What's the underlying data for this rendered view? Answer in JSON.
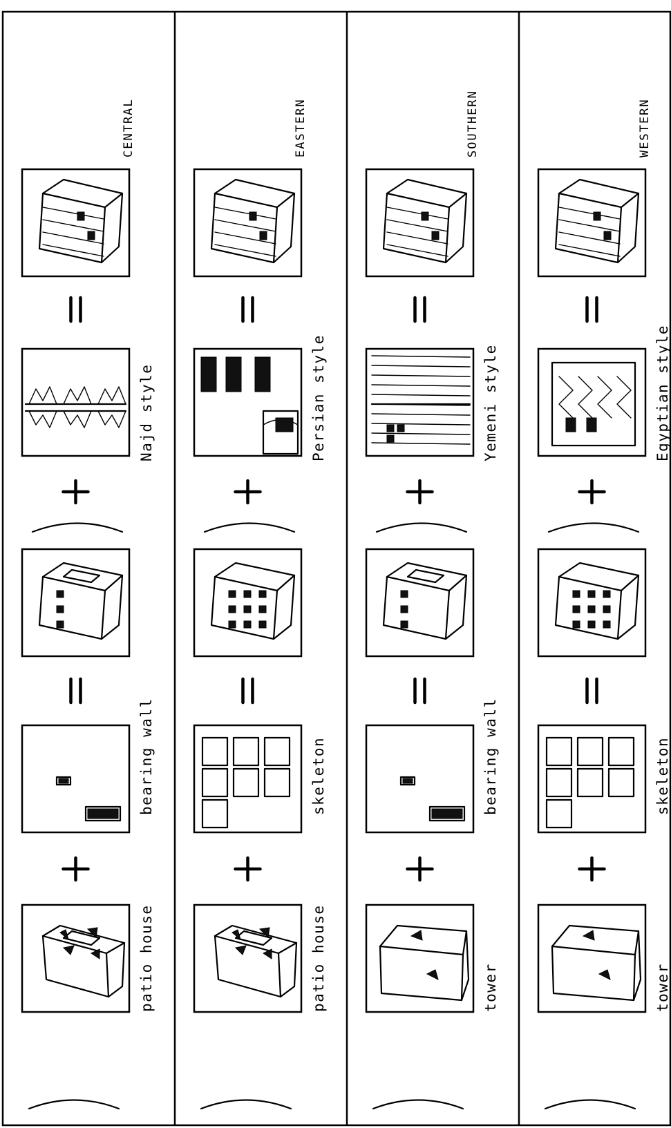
{
  "rows": [
    {
      "region": "CENTRAL",
      "base_form": "patio house",
      "structure": "bearing wall",
      "style": "Najd style",
      "base_icon": "patio-house-icon",
      "structure_icon": "bearing-wall-icon",
      "style_icon": "najd-facade-icon"
    },
    {
      "region": "EASTERN",
      "base_form": "patio house",
      "structure": "skeleton",
      "style": "Persian style",
      "base_icon": "patio-house-icon",
      "structure_icon": "skeleton-frame-icon",
      "style_icon": "persian-facade-icon"
    },
    {
      "region": "SOUTHERN",
      "base_form": "tower",
      "structure": "bearing wall",
      "style": "Yemeni style",
      "base_icon": "tower-block-icon",
      "structure_icon": "bearing-wall-icon",
      "style_icon": "yemeni-facade-icon"
    },
    {
      "region": "WESTERN",
      "base_form": "tower",
      "structure": "skeleton",
      "style": "Egyptian style",
      "base_icon": "tower-block-icon",
      "structure_icon": "skeleton-frame-icon",
      "style_icon": "egyptian-facade-icon"
    }
  ],
  "operators": {
    "plus": "+",
    "equals": "="
  },
  "colors": {
    "ink": "#000000",
    "paper": "#ffffff"
  }
}
